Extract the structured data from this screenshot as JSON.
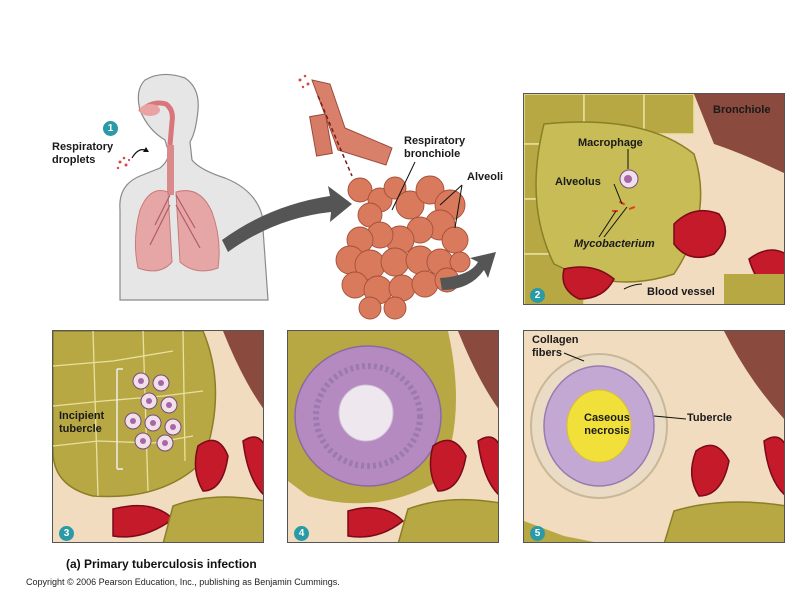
{
  "steps": [
    "1",
    "2",
    "3",
    "4",
    "5"
  ],
  "labels": {
    "respiratory_droplets": [
      "Respiratory",
      "droplets"
    ],
    "respiratory_bronchiole": [
      "Respiratory",
      "bronchiole"
    ],
    "alveoli": "Alveoli",
    "bronchiole": "Bronchiole",
    "macrophage": "Macrophage",
    "alveolus": "Alveolus",
    "mycobacterium": "Mycobacterium",
    "blood_vessel": "Blood vessel",
    "incipient_tubercle": [
      "Incipient",
      "tubercle"
    ],
    "collagen_fibers": [
      "Collagen",
      "fibers"
    ],
    "caseous_necrosis": [
      "Caseous",
      "necrosis"
    ],
    "tubercle": "Tubercle"
  },
  "caption": "(a)  Primary tuberculosis infection",
  "copyright": "Copyright © 2006 Pearson Education, Inc., publishing as Benjamin Cummings.",
  "colors": {
    "step_badge": "#2a9aa6",
    "tissue": "#f2dcc0",
    "alveolar_wall": "#b8a844",
    "blood": "#c41a2a",
    "lung": "#d97a5c",
    "tubercle": "#b48ac0",
    "necrosis": "#f2e03a"
  }
}
